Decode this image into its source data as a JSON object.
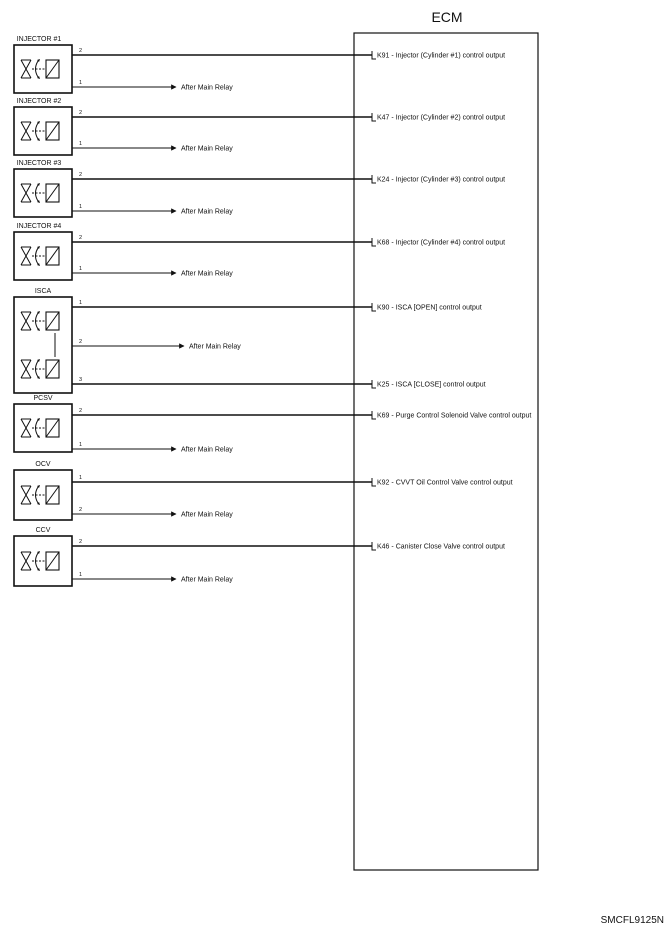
{
  "ecm": {
    "title": "ECM"
  },
  "footer": {
    "code": "SMCFL9125N"
  },
  "common": {
    "relay_label": "After Main Relay"
  },
  "components": [
    {
      "name": "INJECTOR #1",
      "pins": [
        {
          "pin": "2",
          "terminal": "K91",
          "desc": "Injector (Cylinder #1) control output"
        },
        {
          "pin": "1",
          "relay": true
        }
      ]
    },
    {
      "name": "INJECTOR #2",
      "pins": [
        {
          "pin": "2",
          "terminal": "K47",
          "desc": "Injector (Cylinder #2) control output"
        },
        {
          "pin": "1",
          "relay": true
        }
      ]
    },
    {
      "name": "INJECTOR #3",
      "pins": [
        {
          "pin": "2",
          "terminal": "K24",
          "desc": "Injector (Cylinder #3) control output"
        },
        {
          "pin": "1",
          "relay": true
        }
      ]
    },
    {
      "name": "INJECTOR #4",
      "pins": [
        {
          "pin": "2",
          "terminal": "K68",
          "desc": "Injector (Cylinder #4) control output"
        },
        {
          "pin": "1",
          "relay": true
        }
      ]
    },
    {
      "name": "ISCA",
      "pins": [
        {
          "pin": "1",
          "terminal": "K90",
          "desc": "ISCA [OPEN] control output"
        },
        {
          "pin": "2",
          "relay": true
        },
        {
          "pin": "3",
          "terminal": "K25",
          "desc": "ISCA [CLOSE] control output"
        }
      ]
    },
    {
      "name": "PCSV",
      "pins": [
        {
          "pin": "2",
          "terminal": "K69",
          "desc": "Purge Control Solenoid Valve control output"
        },
        {
          "pin": "1",
          "relay": true
        }
      ]
    },
    {
      "name": "OCV",
      "pins": [
        {
          "pin": "1",
          "terminal": "K92",
          "desc": "CVVT Oil Control Valve control output"
        },
        {
          "pin": "2",
          "relay": true
        }
      ]
    },
    {
      "name": "CCV",
      "pins": [
        {
          "pin": "2",
          "terminal": "K46",
          "desc": "Canister Close Valve control output"
        },
        {
          "pin": "1",
          "relay": true
        }
      ]
    }
  ]
}
